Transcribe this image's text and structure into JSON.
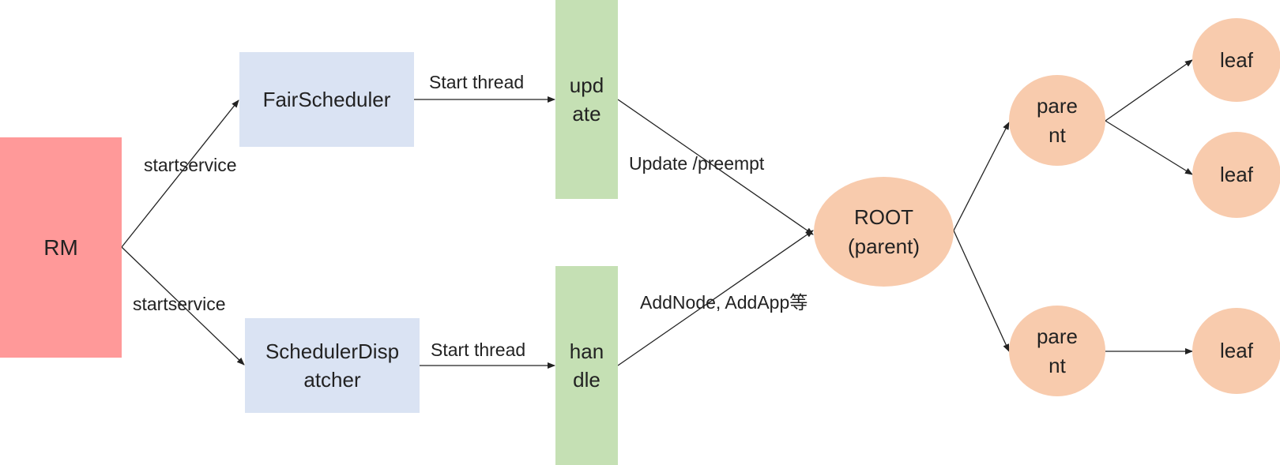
{
  "colors": {
    "rm_fill": "#ff9999",
    "scheduler_fill": "#dae3f3",
    "thread_fill": "#c5e0b4",
    "tree_node_fill": "#f8cbad",
    "edge_stroke": "#222222"
  },
  "nodes": {
    "rm": "RM",
    "fair_scheduler": "FairScheduler",
    "scheduler_dispatcher": "SchedulerDisp\natcher",
    "update_thread": "upd\nate",
    "handle_thread": "han\ndle",
    "root": "ROOT\n(parent)",
    "parent_top": "pare\nnt",
    "parent_bottom": "pare\nnt",
    "leaf_1": "leaf",
    "leaf_2": "leaf",
    "leaf_3": "leaf"
  },
  "edge_labels": {
    "startservice_top": "startservice",
    "startservice_bottom": "startservice",
    "start_thread_top": "Start thread",
    "start_thread_bottom": "Start thread",
    "update_preempt": "Update /preempt",
    "addnode_addapp": "AddNode, AddApp等"
  }
}
